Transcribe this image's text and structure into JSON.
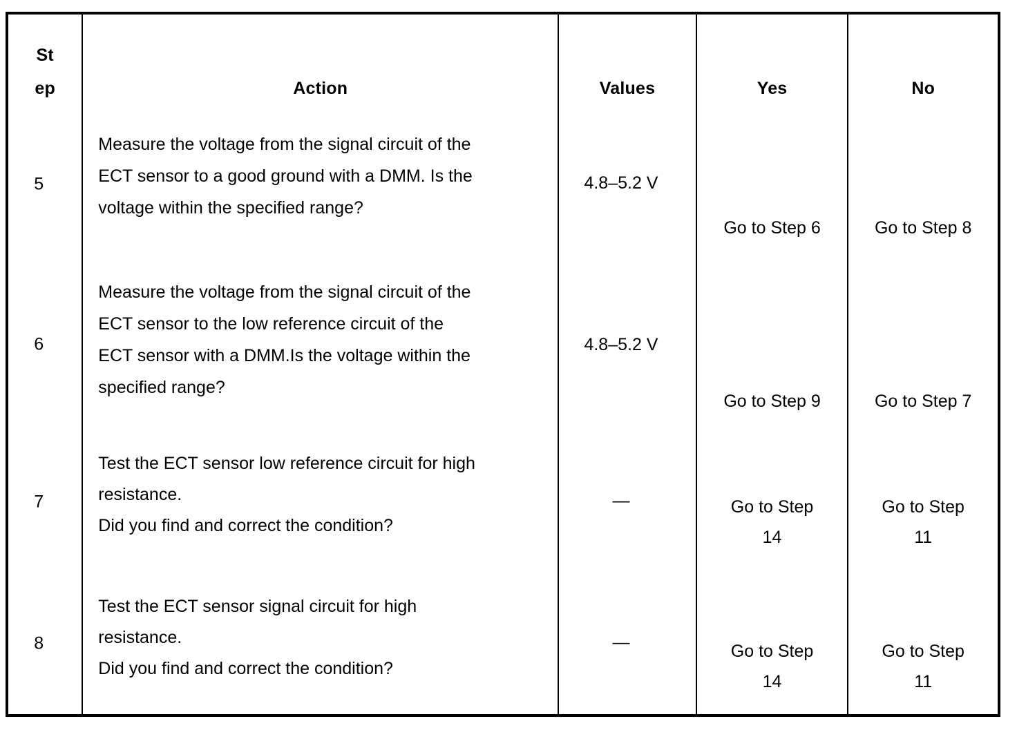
{
  "document": {
    "type": "diagnostic-procedure-table",
    "title": "ECT Sensor Diagnostic Step Table"
  },
  "table": {
    "columns": [
      {
        "key": "step",
        "label": "Step",
        "label_line1": "St",
        "label_line2": "ep"
      },
      {
        "key": "action",
        "label": "Action"
      },
      {
        "key": "values",
        "label": "Values"
      },
      {
        "key": "yes",
        "label": "Yes"
      },
      {
        "key": "no",
        "label": "No"
      }
    ],
    "rows": [
      {
        "step": "5",
        "action": "Measure the voltage from the signal circuit of the\nECT sensor to a good ground with a DMM. Is the\nvoltage within the specified range?",
        "values": "4.8–5.2 V",
        "yes": "Go to Step 6",
        "no": "Go to Step 8"
      },
      {
        "step": "6",
        "action": "Measure the voltage from the signal circuit of the\nECT sensor to the low reference circuit of the\nECT sensor with a DMM.Is the voltage within the\nspecified range?",
        "values": "4.8–5.2 V",
        "yes": "Go to Step 9",
        "no": "Go to Step 7"
      },
      {
        "step": "7",
        "action": "Test the ECT sensor low reference circuit for high\nresistance.\nDid you find and correct the condition?",
        "values": "—",
        "yes": "Go to Step\n14",
        "no": "Go to Step\n11"
      },
      {
        "step": "8",
        "action": "Test the ECT sensor signal circuit for high\nresistance.\nDid you find and correct the condition?",
        "values": "—",
        "yes": "Go to Step\n14",
        "no": "Go to Step\n11"
      }
    ]
  },
  "colors": {
    "background": "#ffffff",
    "text": "#000000",
    "border": "#000000"
  }
}
